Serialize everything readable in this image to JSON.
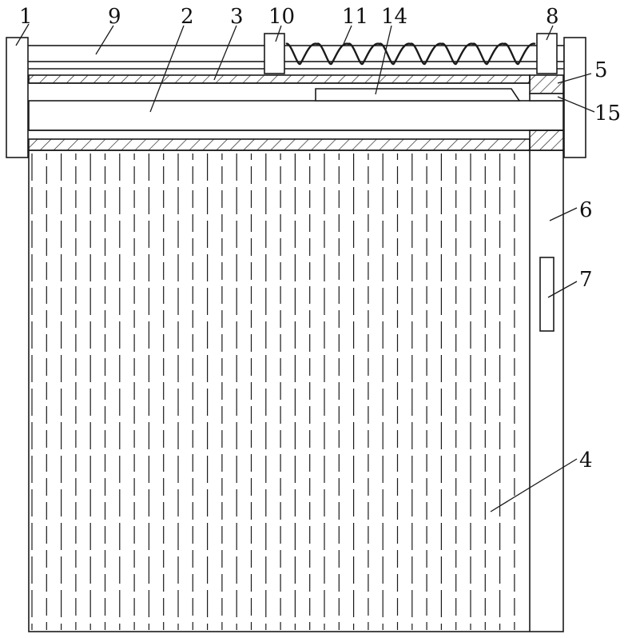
{
  "labels": {
    "l1": "1",
    "l2": "2",
    "l3": "3",
    "l4": "4",
    "l5": "5",
    "l6": "6",
    "l7": "7",
    "l8": "8",
    "l9": "9",
    "l10": "10",
    "l11": "11",
    "l14": "14",
    "l15": "15"
  },
  "colors": {
    "line": "#1a1a1a",
    "background": "#ffffff"
  }
}
